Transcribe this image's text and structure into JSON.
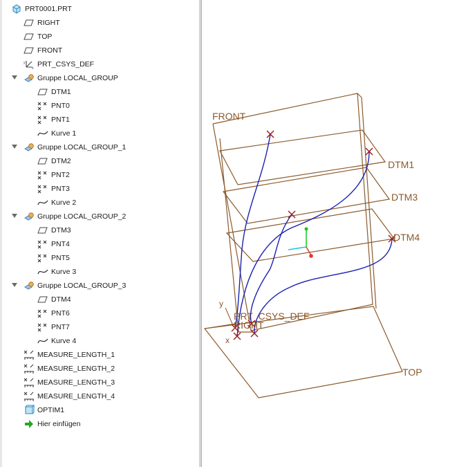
{
  "model_tree": {
    "items": [
      {
        "label": "PRT0001.PRT",
        "icon": "part-icon",
        "level": 0
      },
      {
        "label": "RIGHT",
        "icon": "datum-plane-icon",
        "level": 1
      },
      {
        "label": "TOP",
        "icon": "datum-plane-icon",
        "level": 1
      },
      {
        "label": "FRONT",
        "icon": "datum-plane-icon",
        "level": 1
      },
      {
        "label": "PRT_CSYS_DEF",
        "icon": "csys-icon",
        "level": 1
      },
      {
        "label": "Gruppe LOCAL_GROUP",
        "icon": "group-icon",
        "level": 1,
        "expanded": true
      },
      {
        "label": "DTM1",
        "icon": "datum-plane-icon",
        "level": 2
      },
      {
        "label": "PNT0",
        "icon": "datum-point-icon",
        "level": 2
      },
      {
        "label": "PNT1",
        "icon": "datum-point-icon",
        "level": 2
      },
      {
        "label": "Kurve 1",
        "icon": "curve-icon",
        "level": 2
      },
      {
        "label": "Gruppe LOCAL_GROUP_1",
        "icon": "group-icon",
        "level": 1,
        "expanded": true
      },
      {
        "label": "DTM2",
        "icon": "datum-plane-icon",
        "level": 2
      },
      {
        "label": "PNT2",
        "icon": "datum-point-icon",
        "level": 2
      },
      {
        "label": "PNT3",
        "icon": "datum-point-icon",
        "level": 2
      },
      {
        "label": "Kurve 2",
        "icon": "curve-icon",
        "level": 2
      },
      {
        "label": "Gruppe LOCAL_GROUP_2",
        "icon": "group-icon",
        "level": 1,
        "expanded": true
      },
      {
        "label": "DTM3",
        "icon": "datum-plane-icon",
        "level": 2
      },
      {
        "label": "PNT4",
        "icon": "datum-point-icon",
        "level": 2
      },
      {
        "label": "PNT5",
        "icon": "datum-point-icon",
        "level": 2
      },
      {
        "label": "Kurve 3",
        "icon": "curve-icon",
        "level": 2
      },
      {
        "label": "Gruppe LOCAL_GROUP_3",
        "icon": "group-icon",
        "level": 1,
        "expanded": true
      },
      {
        "label": "DTM4",
        "icon": "datum-plane-icon",
        "level": 2
      },
      {
        "label": "PNT6",
        "icon": "datum-point-icon",
        "level": 2
      },
      {
        "label": "PNT7",
        "icon": "datum-point-icon",
        "level": 2
      },
      {
        "label": "Kurve 4",
        "icon": "curve-icon",
        "level": 2
      },
      {
        "label": "MEASURE_LENGTH_1",
        "icon": "measure-icon",
        "level": 1
      },
      {
        "label": "MEASURE_LENGTH_2",
        "icon": "measure-icon",
        "level": 1
      },
      {
        "label": "MEASURE_LENGTH_3",
        "icon": "measure-icon",
        "level": 1
      },
      {
        "label": "MEASURE_LENGTH_4",
        "icon": "measure-icon",
        "level": 1
      },
      {
        "label": "OPTIM1",
        "icon": "analysis-icon",
        "level": 1
      },
      {
        "label": "Hier einfügen",
        "icon": "insert-arrow-icon",
        "level": 1
      }
    ]
  },
  "viewport": {
    "labels": {
      "front": "FRONT",
      "dtm1": "DTM1",
      "dtm3": "DTM3",
      "dtm4": "DTM4",
      "top": "TOP",
      "right": "RIGHT",
      "csys": "PRT_CSYS_DEF",
      "axis_y": "y",
      "axis_x": "x"
    },
    "colors": {
      "datum": "#8b5a2b",
      "curve": "#1a22b0",
      "point": "#9b1b1b",
      "axis_x": "#e03a2a",
      "axis_y": "#19c419",
      "axis_z": "#19c4e0"
    }
  }
}
